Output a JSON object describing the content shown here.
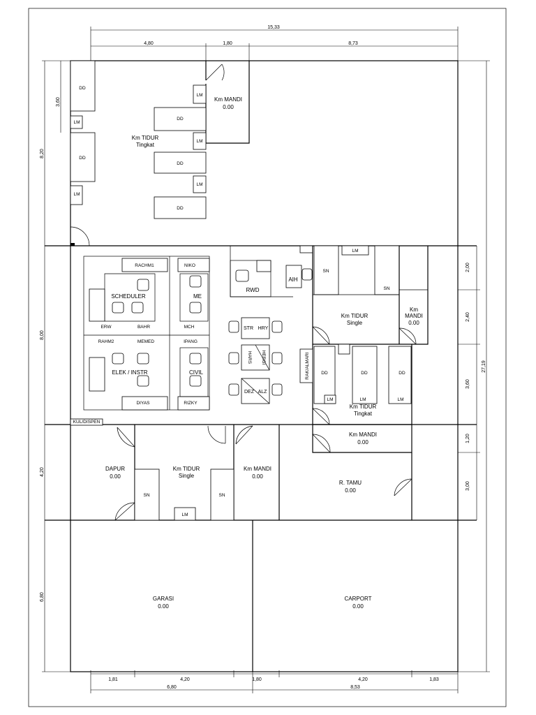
{
  "rooms": {
    "km_tidur_tingkat_top": {
      "name": "Km TIDUR",
      "sub": "Tingkat"
    },
    "km_mandi_top": {
      "name": "Km MANDI",
      "area": "0.00"
    },
    "rwd": "RWD",
    "aih": "AIH",
    "km_tidur_single_right": {
      "name": "Km TIDUR",
      "sub": "Single"
    },
    "km_mandi_right": {
      "name": "Km",
      "name2": "MANDI",
      "area": "0.00"
    },
    "km_tidur_tingkat_right": {
      "name": "Km TIDUR",
      "sub": "Tingkat"
    },
    "km_mandi_mid": {
      "name": "Km MANDI",
      "area": "0.00"
    },
    "dapur": {
      "name": "DAPUR",
      "area": "0.00"
    },
    "km_tidur_single_bottom": {
      "name": "Km TIDUR",
      "sub": "Single"
    },
    "km_mandi_bottom": {
      "name": "Km MANDI",
      "area": "0.00"
    },
    "r_tamu": {
      "name": "R. TAMU",
      "area": "0.00"
    },
    "garasi": {
      "name": "GARASI",
      "area": "0.00"
    },
    "carport": {
      "name": "CARPORT",
      "area": "0.00"
    }
  },
  "furniture": {
    "dd": "DD",
    "lm": "LM",
    "sn": "SN",
    "rak_almari": "RAK/ALMARI",
    "kul_dispen": "KUL/DISPEN"
  },
  "office": {
    "rachm1": "RACHM1",
    "niko": "NIKO",
    "scheduler": "SCHEDULER",
    "me": "ME",
    "erw": "ERW",
    "bahr": "BAHR",
    "mch": "MCH",
    "rahm2": "RAHM2",
    "memed": "MEMED",
    "ipang": "IPANG",
    "elek_instr": "ELEK / INSTR",
    "civil": "CIVIL",
    "diyas": "DIYAS",
    "rizky": "RIZKY",
    "str": "STR",
    "hry": "HRY",
    "hars": "HARS",
    "hergi": "HERGI",
    "dez": "DEZ",
    "alz": "ALZ"
  },
  "dimensions": {
    "top_total": "15,33",
    "top_a": "4,80",
    "top_b": "1,80",
    "top_c": "8,73",
    "left_a": "3,60",
    "left_b": "8,20",
    "left_c": "8,00",
    "left_d": "4,20",
    "left_e": "6,80",
    "right_a": "2,00",
    "right_b": "2,40",
    "right_c": "3,60",
    "right_d": "1,20",
    "right_e": "3,00",
    "right_total": "27,19",
    "bot_a": "1,81",
    "bot_b": "4,20",
    "bot_c": "1,80",
    "bot_d": "4,20",
    "bot_e": "1,83",
    "bot_f": "6,80",
    "bot_g": "8,53"
  }
}
